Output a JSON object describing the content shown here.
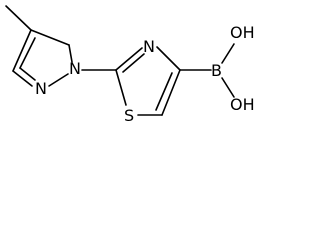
{
  "molecule": {
    "atom_labels": {
      "pyrazole_n1": "N",
      "pyrazole_n2": "N",
      "thiazole_n": "N",
      "thiazole_s": "S",
      "boron": "B",
      "hydroxyl_top": "OH",
      "hydroxyl_bottom": "OH"
    }
  },
  "colors": {
    "bond": "#000000",
    "label": "#000000",
    "background": "#ffffff"
  }
}
